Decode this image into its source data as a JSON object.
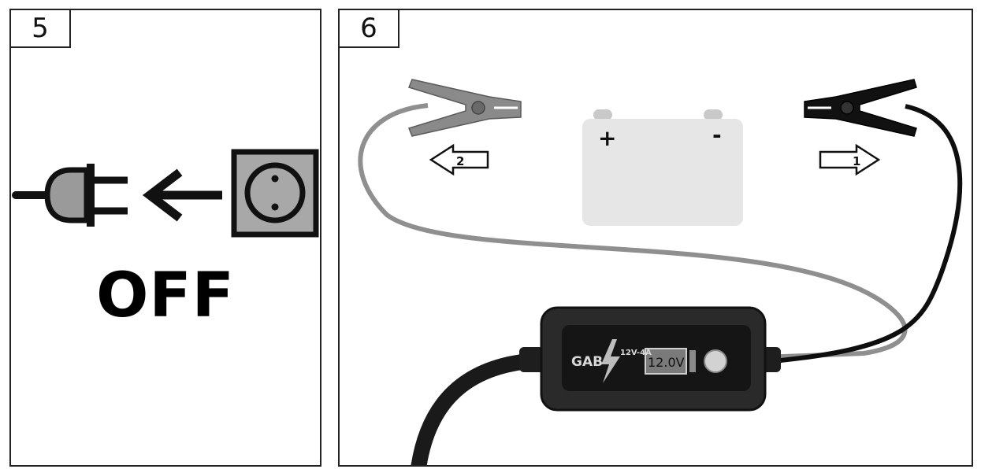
{
  "panels": [
    {
      "step": "5",
      "label": "OFF"
    },
    {
      "step": "6",
      "battery": {
        "positive": "+",
        "negative": "-"
      },
      "arrows": [
        {
          "label": "1"
        },
        {
          "label": "2"
        }
      ],
      "charger": {
        "brand": "GAB",
        "model": "12V-4A",
        "display": "12.0V"
      }
    }
  ],
  "colors": {
    "outline": "#222222",
    "plug_fill": "#9a9a9a",
    "socket_fill": "#a8a8a8",
    "battery_fill": "#e6e6e6",
    "battery_terminal": "#c9c9c9",
    "red_clamp": "#8a8a8a",
    "black_clamp": "#111111",
    "red_cable": "#8f8f8f",
    "black_cable": "#0e0e0e",
    "charger_body": "#2a2a2a"
  },
  "icons": [
    "plug-icon",
    "left-arrow-icon",
    "wall-socket-icon",
    "battery-icon",
    "clamp-icon",
    "charger-icon"
  ]
}
